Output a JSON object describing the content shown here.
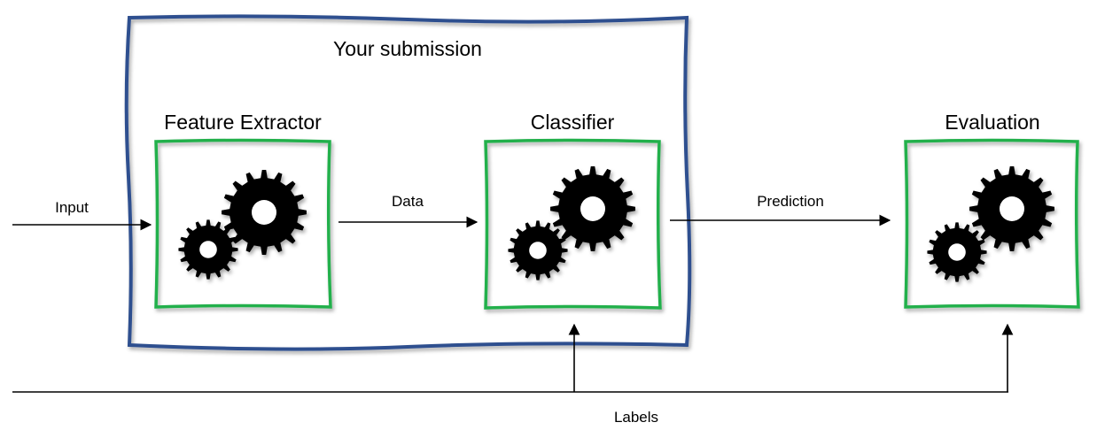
{
  "submission": {
    "title": "Your submission"
  },
  "stages": {
    "feature_extractor": {
      "title": "Feature Extractor",
      "icon": "gears-icon"
    },
    "classifier": {
      "title": "Classifier",
      "icon": "gears-icon"
    },
    "evaluation": {
      "title": "Evaluation",
      "icon": "gears-icon"
    }
  },
  "edges": {
    "input": "Input",
    "data": "Data",
    "prediction": "Prediction",
    "labels": "Labels"
  },
  "colors": {
    "submission_border": "#2f4f8f",
    "stage_border": "#22b04c",
    "gear_fill": "#000000",
    "arrow": "#000000"
  }
}
